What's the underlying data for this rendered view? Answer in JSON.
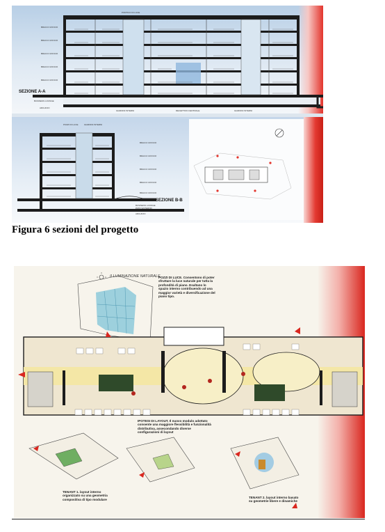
{
  "caption": "Figura 6 sezioni del progetto",
  "section_a": {
    "title": "SEZIONE A-A",
    "top_label": "PORTICO DI LUCE",
    "floor_labels": [
      "BRACCI UFFICIO",
      "BRACCI UFFICIO",
      "BRACCI UFFICIO",
      "BRACCI UFFICIO",
      "BRACCI UFFICIO",
      "BUSINESS LOUNGE",
      "ARCHIVIO"
    ],
    "ground_labels": [
      "GIARDINI INTERNI",
      "RECEPTION CENTRALE",
      "GIARDINI INTERNI"
    ]
  },
  "section_b": {
    "title": "SEZIONE B-B",
    "top_labels": [
      "POZZI DI LUCE",
      "GIARDINI INTERNI"
    ],
    "floor_labels": [
      "BRACCI UFFICIO",
      "BRACCI UFFICIO",
      "BRACCI UFFICIO",
      "BRACCI UFFICIO",
      "BRACCI UFFICIO"
    ],
    "ground_labels": [
      "BUSINESS LOUNGE",
      "PATIO ESTERNO",
      "ARCHIVIO"
    ]
  },
  "plan": {
    "sketch_label": "ILLUMINAZIONE NATURALE",
    "patio_label": "PATIO ESTERNO",
    "pozzi_note": "POZZI DI LUCE. Consentono di poter sfruttare la luce naturale per tutta la profondità di piano. Esaltano lo spazio interno contribuendo ad una maggior varietà e diversificazione del piano tipo.",
    "ipotesi_note": "IPOTESI DI LAYOUT. Il nuovo modulo adottato consente una maggiore flessibilità e funzionalità distributiva, assecondando diverse configurazioni di layout",
    "tenant1_note": "TENANT 1. layout interno organizzato su una geometria compositiva di tipo modulare",
    "tenant2_note": "TENANT 2. layout interno basato su geometrie libere e dinamiche"
  },
  "colors": {
    "accent_red": "#e3342c",
    "corridor_yellow": "#f4e7a6",
    "office_beige": "#efe6d0",
    "structure_dark": "#1c1c1c"
  }
}
